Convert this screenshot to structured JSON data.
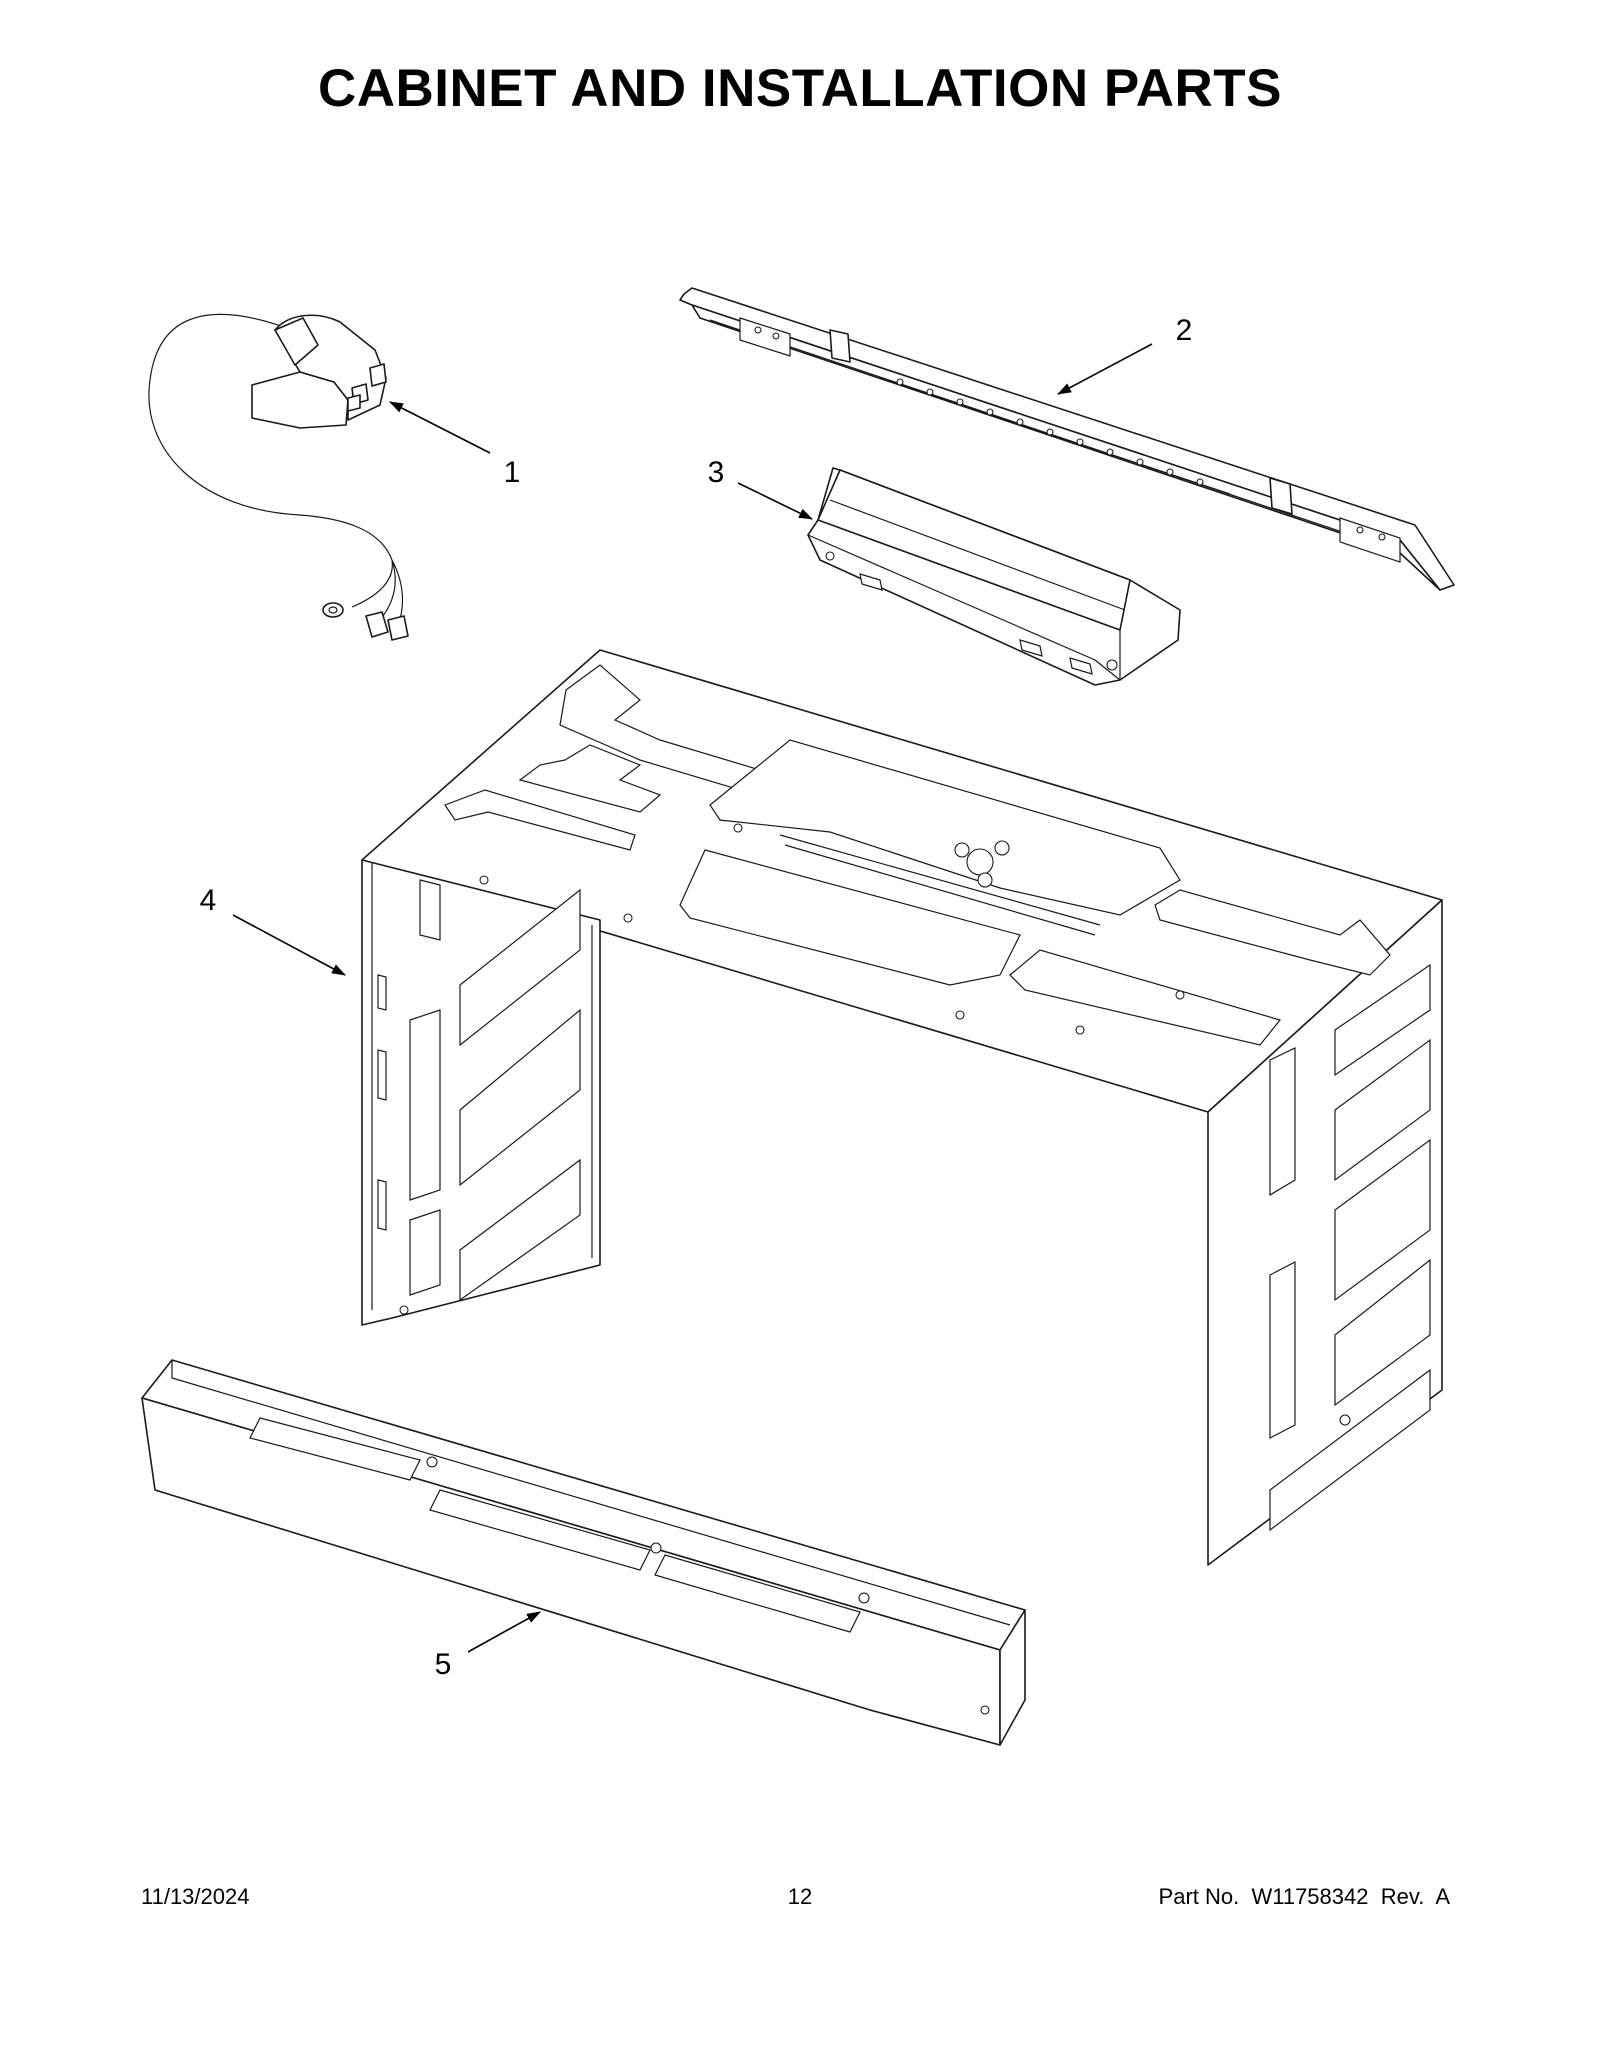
{
  "page": {
    "title": "CABINET AND INSTALLATION PARTS"
  },
  "callouts": {
    "c1": "1",
    "c2": "2",
    "c3": "3",
    "c4": "4",
    "c5": "5"
  },
  "footer": {
    "date": "11/13/2024",
    "page_number": "12",
    "part_number": "Part No.  W11758342  Rev.  A"
  }
}
